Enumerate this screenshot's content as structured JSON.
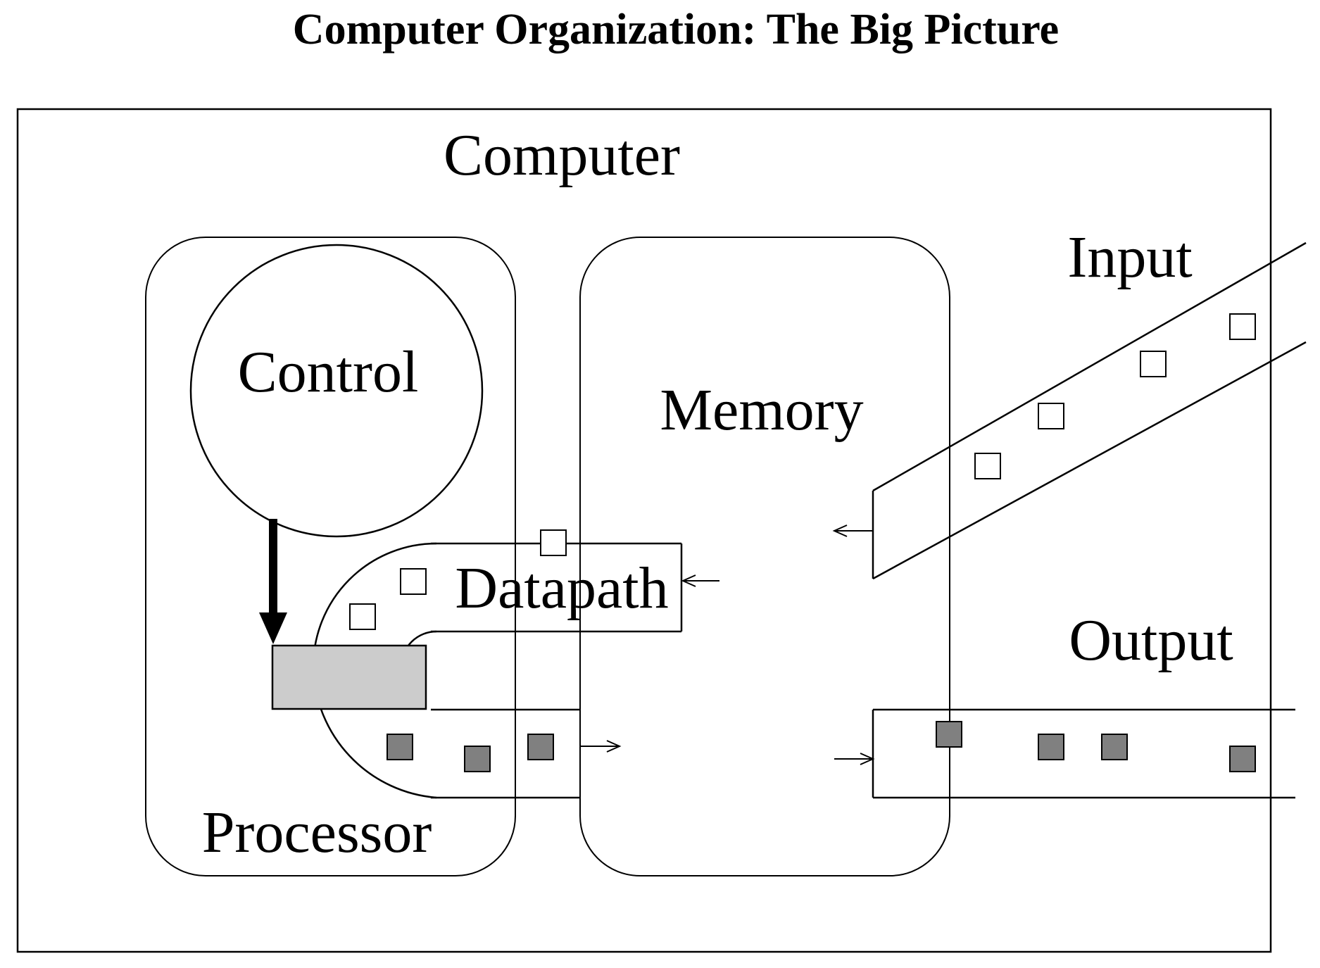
{
  "title": "Computer Organization: The Big Picture",
  "labels": {
    "computer": "Computer",
    "control": "Control",
    "datapath": "Datapath",
    "processor": "Processor",
    "memory": "Memory",
    "input": "Input",
    "output": "Output"
  },
  "colors": {
    "ink": "#000000",
    "register_fill": "#cccccc",
    "output_item_fill": "#808080",
    "input_item_fill": "#ffffff"
  }
}
